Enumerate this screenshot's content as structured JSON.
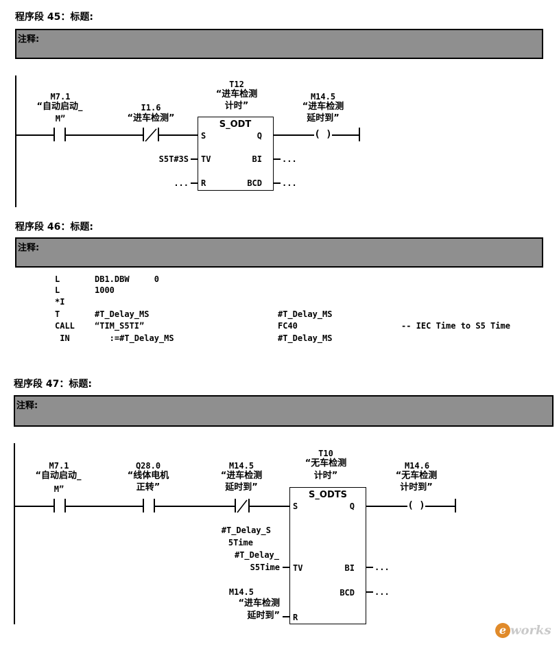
{
  "networks": [
    {
      "title": "程序段 45：标题:",
      "comment_label": "注释:"
    },
    {
      "title": "程序段 46：标题:",
      "comment_label": "注释:"
    },
    {
      "title": "程序段 47：标题:",
      "comment_label": "注释:"
    }
  ],
  "net45": {
    "c1": {
      "addr": "M7.1",
      "sym1": "“自动启动_",
      "sym2": "M”"
    },
    "c2": {
      "addr": "I1.6",
      "sym1": "“进车检测”"
    },
    "timer": {
      "name": "T12",
      "sym1": "“进车检测",
      "sym2": "计时”",
      "type": "S_ODT",
      "pin_s": "S",
      "pin_q": "Q",
      "pin_tv": "TV",
      "pin_bi": "BI",
      "pin_r": "R",
      "pin_bcd": "BCD",
      "tv_value": "S5T#3S",
      "r_value": "...",
      "bi_value": "...",
      "bcd_value": "..."
    },
    "coil": {
      "addr": "M14.5",
      "sym1": "“进车检测",
      "sym2": "延时到”",
      "symbol": "( )"
    }
  },
  "net46": {
    "lines": [
      {
        "op": "L",
        "arg": "DB1.DBW     0",
        "col3": "",
        "col4": ""
      },
      {
        "op": "L",
        "arg": "1000",
        "col3": "",
        "col4": ""
      },
      {
        "op": "*I",
        "arg": "",
        "col3": "",
        "col4": ""
      },
      {
        "op": "T",
        "arg": "#T_Delay_MS",
        "col3": "#T_Delay_MS",
        "col4": ""
      },
      {
        "op": "CALL",
        "arg": "“TIM_S5TI”",
        "col3": "FC40",
        "col4": "-- IEC Time to S5 Time"
      },
      {
        "op": " IN",
        "arg": "   :=#T_Delay_MS",
        "col3": "#T_Delay_MS",
        "col4": ""
      }
    ]
  },
  "net47": {
    "c1": {
      "addr": "M7.1",
      "sym1": "“自动启动_",
      "sym2": "M”"
    },
    "c2": {
      "addr": "Q28.0",
      "sym1": "“线体电机",
      "sym2": "正转”"
    },
    "c3": {
      "addr": "M14.5",
      "sym1": "“进车检测",
      "sym2": "延时到”"
    },
    "timer": {
      "name": "T10",
      "sym1": "“无车检测",
      "sym2": "计时”",
      "type": "S_ODTS",
      "pin_s": "S",
      "pin_q": "Q",
      "pin_tv": "TV",
      "pin_bi": "BI",
      "pin_r": "R",
      "pin_bcd": "BCD",
      "tv_line1": "#T_Delay_S",
      "tv_line2": "5Time",
      "tv_line3": "#T_Delay_",
      "tv_line4": "S5Time",
      "bi_value": "...",
      "bcd_value": "...",
      "r_addr": "M14.5",
      "r_sym1": "“进车检测",
      "r_sym2": "延时到”"
    },
    "coil": {
      "addr": "M14.6",
      "sym1": "“无车检测",
      "sym2": "计时到”",
      "symbol": "( )"
    }
  },
  "watermark": "eworks"
}
